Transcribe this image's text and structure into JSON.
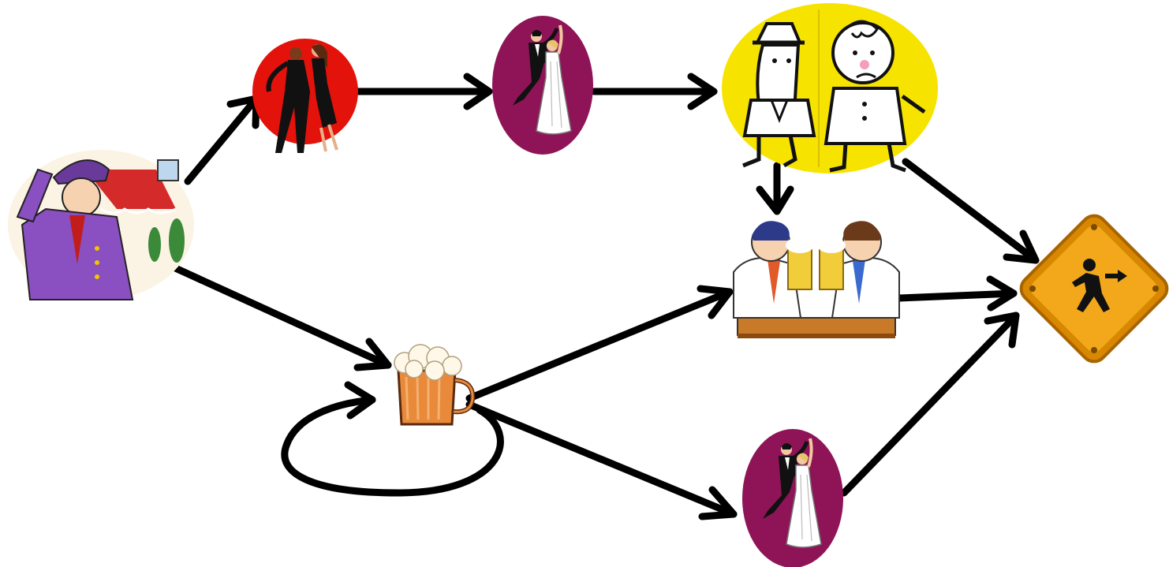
{
  "diagram": {
    "nodes": [
      {
        "id": "doorman",
        "icon": "doorman-icon"
      },
      {
        "id": "salsa",
        "icon": "salsa-dancers-icon"
      },
      {
        "id": "waltz-top",
        "icon": "ballroom-dancers-icon"
      },
      {
        "id": "argument",
        "icon": "arguing-men-icon"
      },
      {
        "id": "beer",
        "icon": "beer-mug-icon"
      },
      {
        "id": "cheers",
        "icon": "toasting-men-icon"
      },
      {
        "id": "waltz-bottom",
        "icon": "ballroom-dancers-icon"
      },
      {
        "id": "exit",
        "icon": "exit-sign-icon"
      }
    ],
    "edges": [
      {
        "from": "doorman",
        "to": "salsa"
      },
      {
        "from": "salsa",
        "to": "waltz-top"
      },
      {
        "from": "waltz-top",
        "to": "argument"
      },
      {
        "from": "argument",
        "to": "cheers"
      },
      {
        "from": "argument",
        "to": "exit"
      },
      {
        "from": "doorman",
        "to": "beer"
      },
      {
        "from": "beer",
        "to": "beer"
      },
      {
        "from": "beer",
        "to": "cheers"
      },
      {
        "from": "beer",
        "to": "waltz-bottom"
      },
      {
        "from": "cheers",
        "to": "exit"
      },
      {
        "from": "waltz-bottom",
        "to": "exit"
      }
    ],
    "colors": {
      "edge": "#000000",
      "salsa_bg": "#e3120b",
      "waltz_bg": "#8e1457",
      "argument_bg": "#f7e300",
      "exit_bg": "#f3a81b"
    }
  }
}
